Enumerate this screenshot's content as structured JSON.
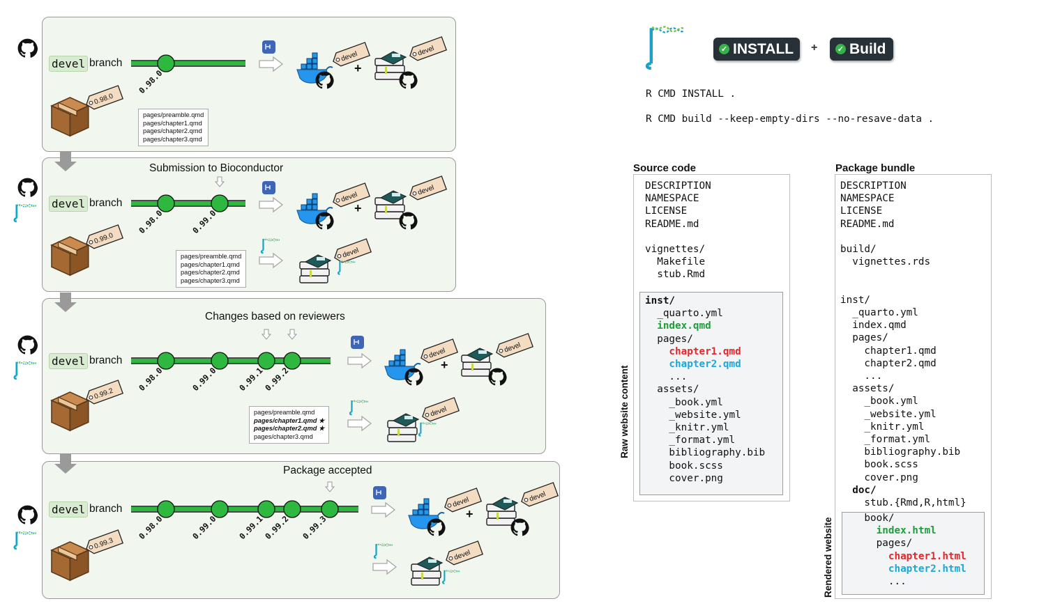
{
  "panels": [
    {
      "title": "",
      "package_version": "0.98.0",
      "tags": [
        "0.98.0"
      ],
      "files": [
        [
          "pages/preamble.qmd",
          false
        ],
        [
          "pages/chapter1.qmd",
          false
        ],
        [
          "pages/chapter2.qmd",
          false
        ],
        [
          "pages/chapter3.qmd",
          false
        ]
      ]
    },
    {
      "title": "Submission to Bioconductor",
      "package_version": "0.99.0",
      "tags": [
        "0.98.0",
        "0.99.0"
      ],
      "files": [
        [
          "pages/preamble.qmd",
          false
        ],
        [
          "pages/chapter1.qmd",
          false
        ],
        [
          "pages/chapter2.qmd",
          false
        ],
        [
          "pages/chapter3.qmd",
          false
        ]
      ]
    },
    {
      "title": "Changes based on reviewers",
      "package_version": "0.99.2",
      "tags": [
        "0.98.0",
        "0.99.0",
        "0.99.1",
        "0.99.2"
      ],
      "files": [
        [
          "pages/preamble.qmd",
          false
        ],
        [
          "pages/chapter1.qmd ★",
          true
        ],
        [
          "pages/chapter2.qmd ★",
          true
        ],
        [
          "pages/chapter3.qmd",
          false
        ]
      ]
    },
    {
      "title": "Package accepted",
      "package_version": "0.99.3",
      "tags": [
        "0.98.0",
        "0.99.0",
        "0.99.1",
        "0.99.2",
        "0.99.3"
      ],
      "files": []
    }
  ],
  "branch": {
    "name": "devel",
    "label": "branch"
  },
  "artifact_tag": "devel",
  "plus": "+",
  "badges": {
    "install": "INSTALL",
    "build": "Build",
    "plus": "+"
  },
  "commands": [
    "R CMD INSTALL .",
    "R CMD build --keep-empty-dirs --no-resave-data ."
  ],
  "source": {
    "header": "Source code",
    "top": [
      "DESCRIPTION",
      "NAMESPACE",
      "LICENSE",
      "README.md",
      "",
      "vignettes/",
      "  Makefile",
      "  stub.Rmd"
    ],
    "inst": [
      {
        "t": "inst/",
        "c": "bold"
      },
      {
        "t": "  _quarto.yml",
        "c": ""
      },
      {
        "t": "  index.qmd",
        "c": "green"
      },
      {
        "t": "  pages/",
        "c": ""
      },
      {
        "t": "    chapter1.qmd",
        "c": "red"
      },
      {
        "t": "    chapter2.qmd",
        "c": "blue"
      },
      {
        "t": "    ...",
        "c": ""
      },
      {
        "t": "  assets/",
        "c": ""
      },
      {
        "t": "    _book.yml",
        "c": ""
      },
      {
        "t": "    _website.yml",
        "c": ""
      },
      {
        "t": "    _knitr.yml",
        "c": ""
      },
      {
        "t": "    _format.yml",
        "c": ""
      },
      {
        "t": "    bibliography.bib",
        "c": ""
      },
      {
        "t": "    book.scss",
        "c": ""
      },
      {
        "t": "    cover.png",
        "c": ""
      }
    ],
    "side_label": "Raw website content"
  },
  "bundle": {
    "header": "Package bundle",
    "top": [
      {
        "t": "DESCRIPTION",
        "c": ""
      },
      {
        "t": "NAMESPACE",
        "c": ""
      },
      {
        "t": "LICENSE",
        "c": ""
      },
      {
        "t": "README.md",
        "c": ""
      },
      {
        "t": "",
        "c": ""
      },
      {
        "t": "build/",
        "c": ""
      },
      {
        "t": "  vignettes.rds",
        "c": ""
      },
      {
        "t": "",
        "c": ""
      },
      {
        "t": "",
        "c": ""
      },
      {
        "t": "inst/",
        "c": ""
      },
      {
        "t": "  _quarto.yml",
        "c": ""
      },
      {
        "t": "  index.qmd",
        "c": ""
      },
      {
        "t": "  pages/",
        "c": ""
      },
      {
        "t": "    chapter1.qmd",
        "c": ""
      },
      {
        "t": "    chapter2.qmd",
        "c": ""
      },
      {
        "t": "    ...",
        "c": ""
      },
      {
        "t": "  assets/",
        "c": ""
      },
      {
        "t": "    _book.yml",
        "c": ""
      },
      {
        "t": "    _website.yml",
        "c": ""
      },
      {
        "t": "    _knitr.yml",
        "c": ""
      },
      {
        "t": "    _format.yml",
        "c": ""
      },
      {
        "t": "    bibliography.bib",
        "c": ""
      },
      {
        "t": "    book.scss",
        "c": ""
      },
      {
        "t": "    cover.png",
        "c": ""
      },
      {
        "t": "  doc/",
        "c": "bold"
      },
      {
        "t": "    stub.{Rmd,R,html}",
        "c": ""
      }
    ],
    "rendered": [
      {
        "t": "    book/",
        "c": ""
      },
      {
        "t": "      index.html",
        "c": "green"
      },
      {
        "t": "      pages/",
        "c": ""
      },
      {
        "t": "        chapter1.html",
        "c": "red"
      },
      {
        "t": "        chapter2.html",
        "c": "blue"
      },
      {
        "t": "        ...",
        "c": ""
      }
    ],
    "side_label": "Rendered website"
  },
  "colors": {
    "branch_green": "#2fb83f",
    "text_green": "#1e9e3a",
    "text_red": "#e5262b",
    "text_blue": "#1ba8d8",
    "badge_bg": "#283137"
  }
}
